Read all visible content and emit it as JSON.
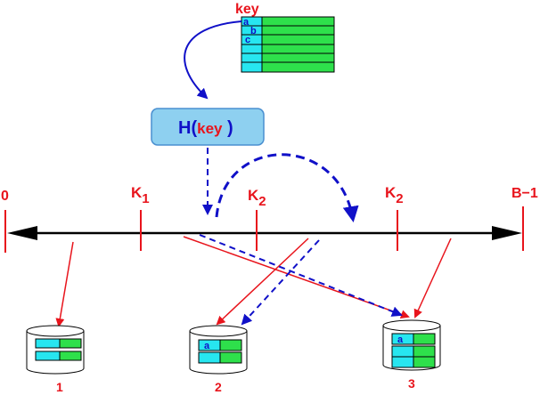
{
  "colors": {
    "red": "#e8141c",
    "blue": "#1010c8",
    "cyan": "#27e6f0",
    "green": "#2ee04b",
    "hash_fill": "#8ed0f0",
    "hash_border": "#4a8fd0",
    "black": "#000000"
  },
  "key_table": {
    "title": "key",
    "row_keys": [
      "a",
      "b",
      "c"
    ]
  },
  "hash_function": {
    "prefix": "H(",
    "arg": "key",
    "suffix": " )"
  },
  "number_line": {
    "start_label": "0",
    "end_label": "B−1",
    "markers": [
      {
        "base": "K",
        "subscript": "1"
      },
      {
        "base": "K",
        "subscript": "2"
      },
      {
        "base": "K",
        "subscript": "2"
      }
    ]
  },
  "buckets": [
    {
      "label": "1",
      "row_labels": [
        "",
        ""
      ]
    },
    {
      "label": "2",
      "row_labels": [
        "a",
        ""
      ]
    },
    {
      "label": "3",
      "row_labels": [
        "a",
        "",
        ""
      ]
    }
  ]
}
